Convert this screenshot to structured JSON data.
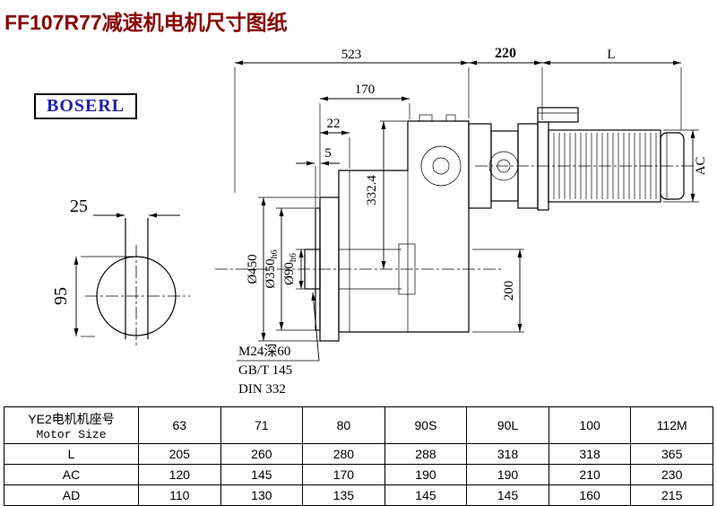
{
  "page": {
    "title": "FF107R77减速机电机尺寸图纸",
    "brand": "BOSERL"
  },
  "colors": {
    "title": "#8B0000",
    "brand": "#1F1FAE",
    "ink": "#000000",
    "paper": "#FFFFFF"
  },
  "drawing": {
    "dims": {
      "d523": "523",
      "d220": "220",
      "dL": "L",
      "d170": "170",
      "d22": "22",
      "d5": "5",
      "d25": "25",
      "d95": "95",
      "d450": "Ø450",
      "d350": "Ø350",
      "d350t": "h6",
      "d90": "Ø90",
      "d90t": "h6",
      "d332": "332.4",
      "d200": "200",
      "dAC": "AC"
    },
    "notes": {
      "tap": "M24深60",
      "std_gb": "GB/T 145",
      "std_din": "DIN 332"
    }
  },
  "table": {
    "header_cn": "YE2电机机座号",
    "header_en": "Motor Size",
    "sizes": [
      "63",
      "71",
      "80",
      "90S",
      "90L",
      "100",
      "112M"
    ],
    "rows": [
      {
        "label": "L",
        "values": [
          "205",
          "260",
          "280",
          "288",
          "318",
          "318",
          "365"
        ]
      },
      {
        "label": "AC",
        "values": [
          "120",
          "145",
          "170",
          "190",
          "190",
          "210",
          "230"
        ]
      },
      {
        "label": "AD",
        "values": [
          "110",
          "130",
          "135",
          "145",
          "145",
          "160",
          "215"
        ]
      }
    ]
  }
}
